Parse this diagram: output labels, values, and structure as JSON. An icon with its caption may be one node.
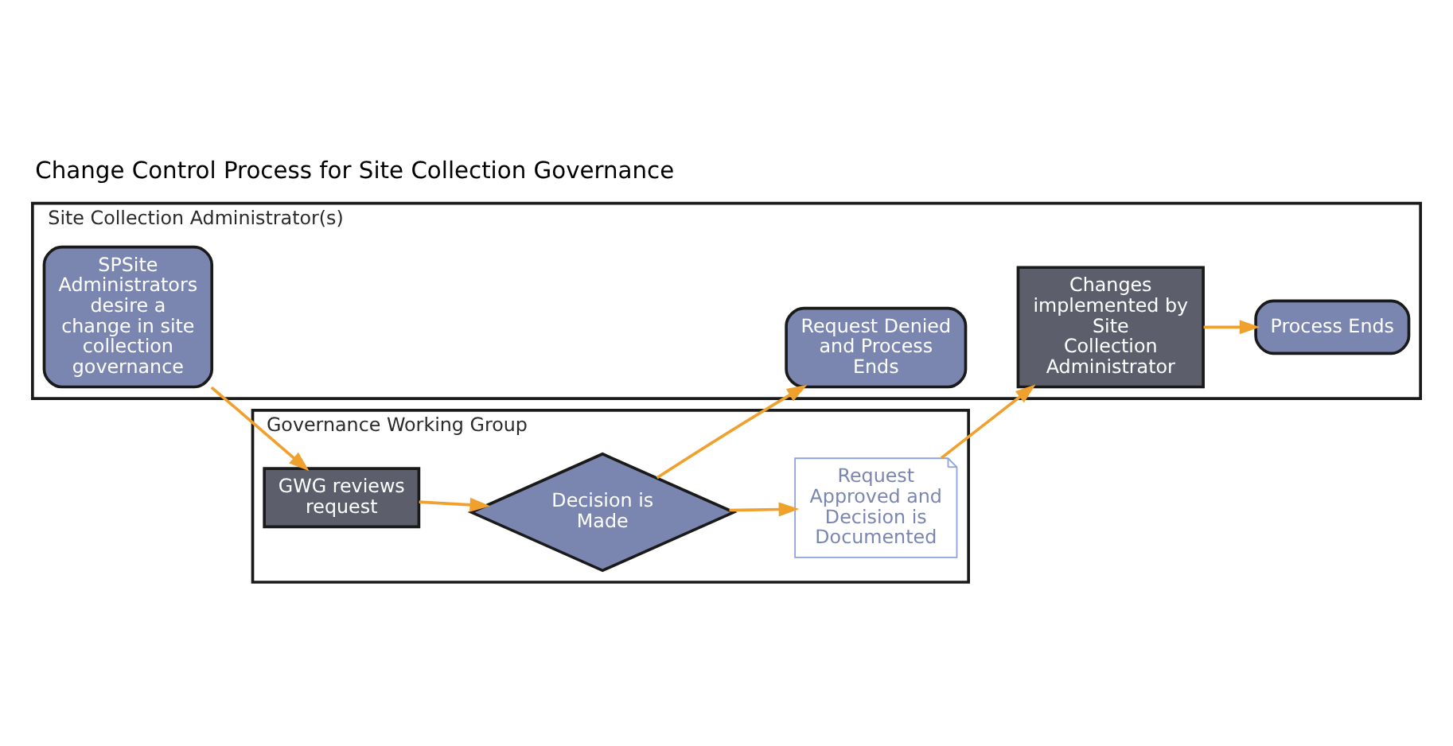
{
  "diagram": {
    "title": "Change Control Process for Site Collection Governance",
    "nodes": [
      {
        "text": [
          "Site Collection Administrator(s)"
        ]
      },
      {
        "text": [
          "Governance Working Group"
        ]
      },
      {
        "text": [
          "SPSite Administrators desire a change in site collection governance"
        ],
        "in": 0
      },
      {
        "text": [
          "Request Denied and Process Ends"
        ],
        "in": 0
      },
      {
        "text": [
          "Changes implemented by Site Collection Administrator"
        ],
        "in": 0
      },
      {
        "text": [
          "Process Ends"
        ],
        "in": 0
      },
      {
        "text": [
          "GWG reviews request"
        ],
        "in": 1
      },
      {
        "text": [
          "Decision is Made"
        ],
        "in": 1
      },
      {
        "text": [
          "Request Approved and Decision is Documented"
        ],
        "in": 1
      }
    ],
    "edges": [
      {
        "from": 2,
        "to": 6,
        "arrow": "to",
        "color": "#f0a02c"
      },
      {
        "from": 6,
        "to": 7,
        "arrow": "to",
        "color": "#f0a02c"
      },
      {
        "from": 7,
        "to": 3,
        "arrow": "to",
        "color": "#f0a02c"
      },
      {
        "from": 7,
        "to": 8,
        "arrow": "to",
        "color": "#f0a02c"
      },
      {
        "from": 8,
        "to": 4,
        "arrow": "to",
        "color": "#f0a02c"
      },
      {
        "from": 4,
        "to": 5,
        "arrow": "to",
        "color": "#f0a02c"
      }
    ]
  }
}
